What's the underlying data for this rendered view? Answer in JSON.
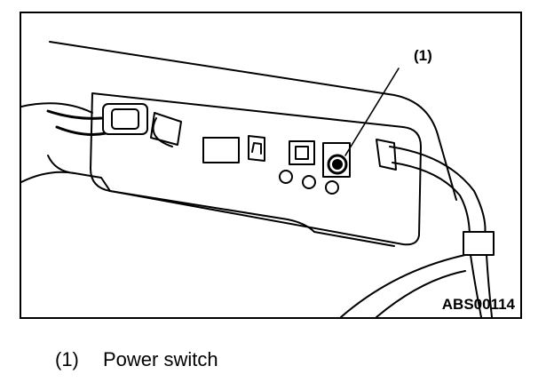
{
  "figure": {
    "callout_label": "(1)",
    "figure_code": "ABS00114"
  },
  "legend": {
    "items": [
      {
        "number": "(1)",
        "text": "Power switch"
      }
    ]
  }
}
